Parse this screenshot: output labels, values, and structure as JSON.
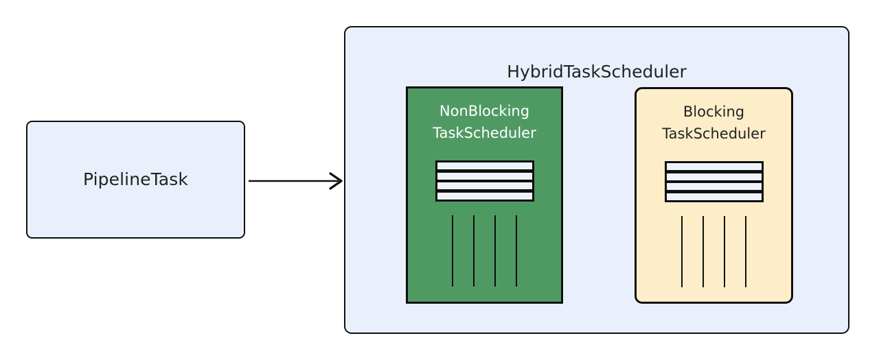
{
  "diagram": {
    "background_color": "#ffffff",
    "source_node": {
      "label": "PipelineTask",
      "fill_color": "#eaf0fb",
      "border_color": "#0f0f0f"
    },
    "arrow": {
      "name": "submits-to-arrow",
      "color": "#0f0f0f"
    },
    "container": {
      "title": "HybridTaskScheduler",
      "fill_color": "#eaf0fb",
      "border_color": "#0f0f0f"
    },
    "schedulers": [
      {
        "id": "nonblocking",
        "label_line1": "NonBlocking",
        "label_line2": "TaskScheduler",
        "fill_color": "#4f9a63",
        "text_color": "#ffffff",
        "queue_slots": 4,
        "thread_count": 4
      },
      {
        "id": "blocking",
        "label_line1": "Blocking",
        "label_line2": "TaskScheduler",
        "fill_color": "#fdeec9",
        "text_color": "#232323",
        "queue_slots": 4,
        "thread_count": 4
      }
    ]
  }
}
